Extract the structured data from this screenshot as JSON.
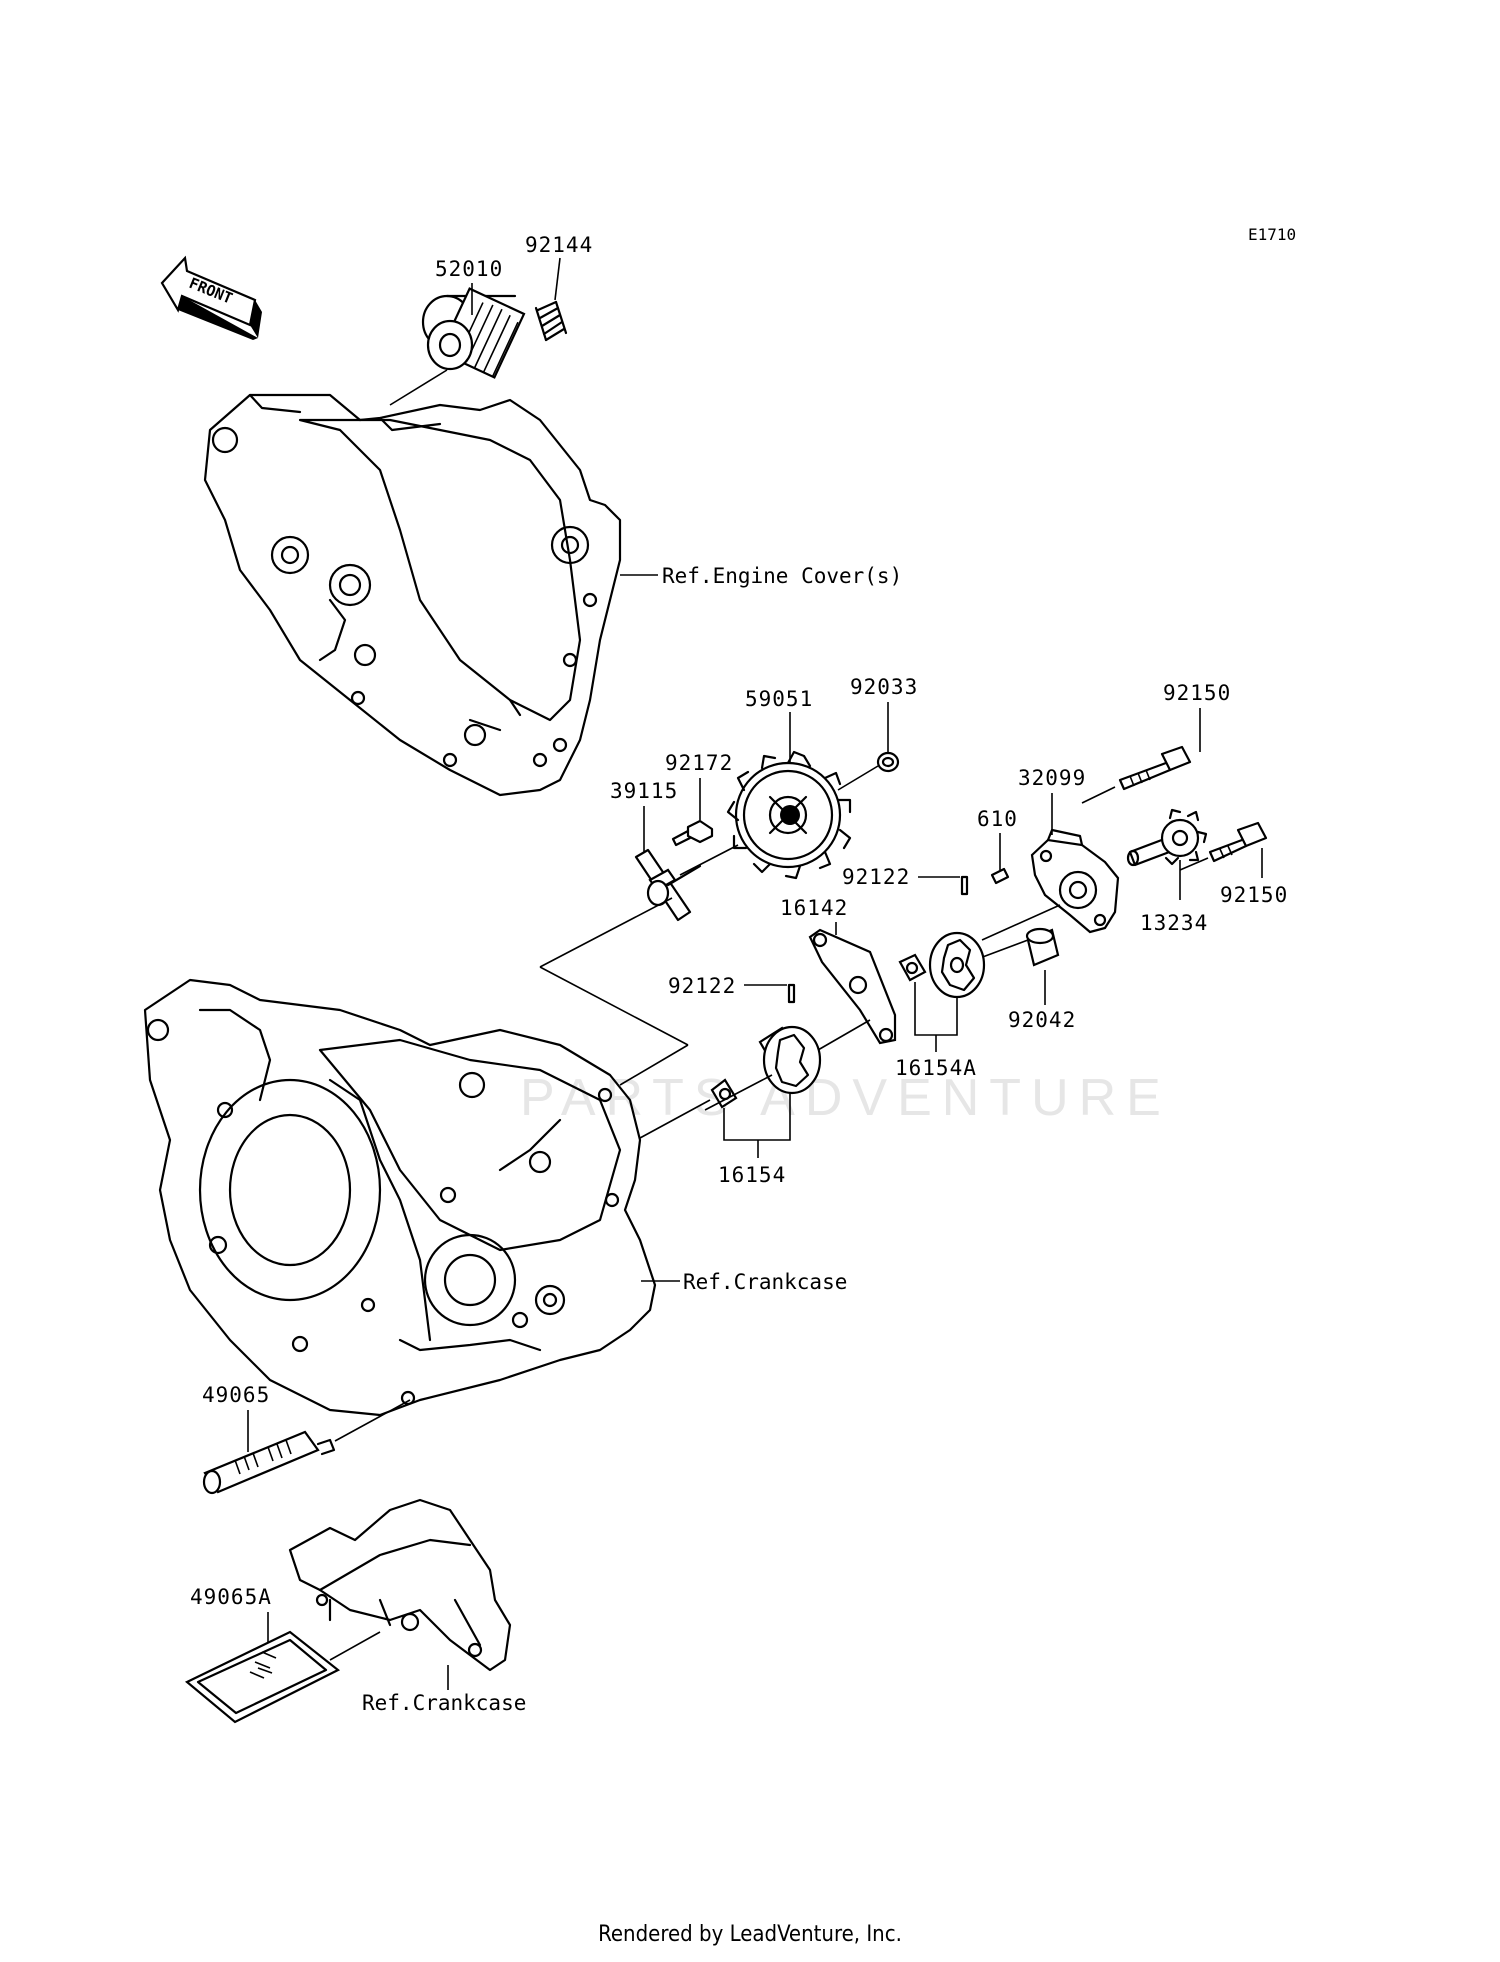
{
  "diagram_code": "E1710",
  "front_label": "FRONT",
  "watermark": "PARTS ADVENTURE",
  "part_labels": {
    "p52010": "52010",
    "p92144": "92144",
    "p59051": "59051",
    "p92033": "92033",
    "p92172": "92172",
    "p39115": "39115",
    "p92150a": "92150",
    "p32099": "32099",
    "p610": "610",
    "p92122a": "92122",
    "p16142": "16142",
    "p92150b": "92150",
    "p13234": "13234",
    "p92122b": "92122",
    "p92042": "92042",
    "p16154A": "16154A",
    "p16154": "16154",
    "p49065": "49065",
    "p49065A": "49065A"
  },
  "references": {
    "engine_cover": "Ref.Engine Cover(s)",
    "crankcase_main": "Ref.Crankcase",
    "crankcase_sub": "Ref.Crankcase"
  },
  "footer": "Rendered by LeadVenture, Inc."
}
